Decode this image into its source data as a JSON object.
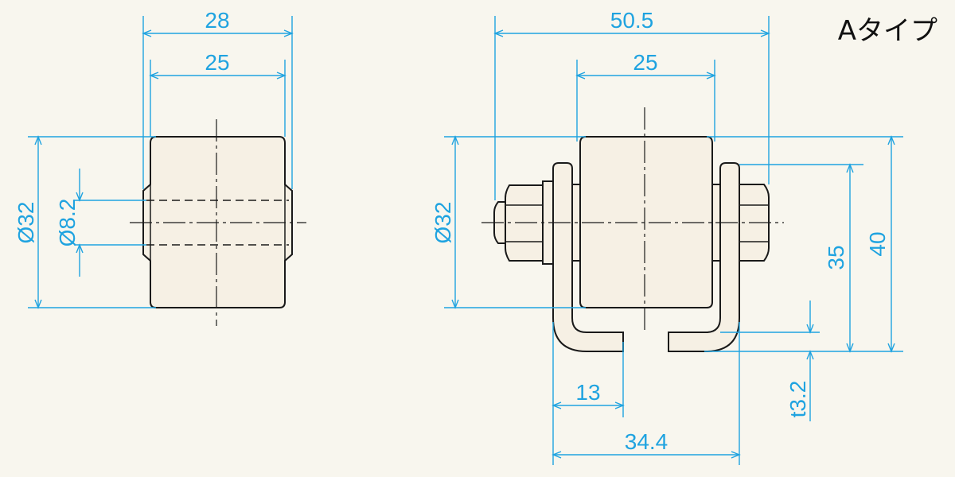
{
  "title": "Aタイプ",
  "colors": {
    "background": "#f8f6ee",
    "part_fill": "#f6f0e4",
    "outline": "#1a1a1a",
    "dimension": "#1fa3e0",
    "title": "#111111"
  },
  "left_view": {
    "dim_width_outer": "28",
    "dim_width_roller": "25",
    "dim_diameter": "Ø32",
    "dim_bore": "Ø8.2"
  },
  "right_view": {
    "dim_overall_width": "50.5",
    "dim_roller_width": "25",
    "dim_diameter": "Ø32",
    "dim_axle_height": "35",
    "dim_total_height": "40",
    "dim_foot": "13",
    "dim_base_width": "34.4",
    "dim_thickness": "t3.2"
  }
}
